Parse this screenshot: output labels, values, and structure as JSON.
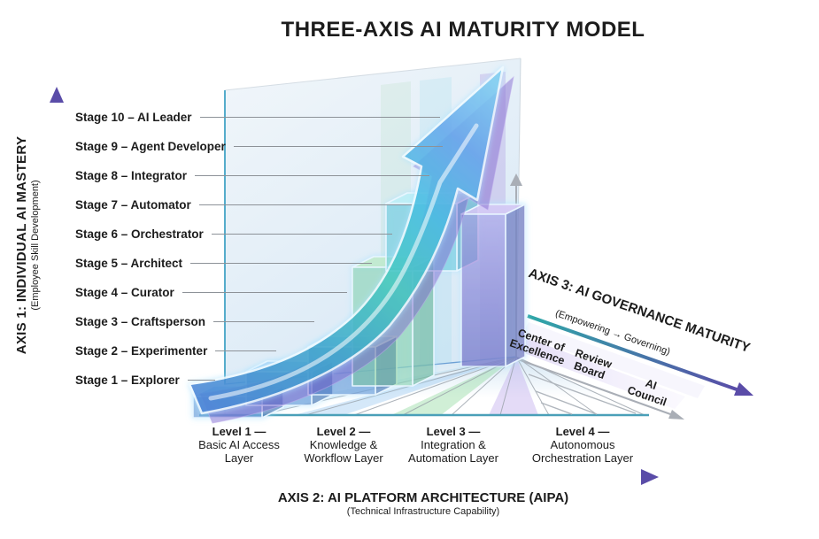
{
  "title": "THREE-AXIS AI MATURITY MODEL",
  "axis1": {
    "title": "AXIS 1: INDIVIDUAL AI MASTERY",
    "subtitle": "(Employee Skill Development)",
    "stages": [
      "Stage 10 – AI Leader",
      "Stage 9 – Agent Developer",
      "Stage 8 – Integrator",
      "Stage 7 – Automator",
      "Stage 6 – Orchestrator",
      "Stage 5 – Architect",
      "Stage 4 – Curator",
      "Stage 3 – Craftsperson",
      "Stage 2 – Experimenter",
      "Stage 1 – Explorer"
    ]
  },
  "axis2": {
    "title": "AXIS 2: AI PLATFORM ARCHITECTURE (AIPA)",
    "subtitle": "(Technical Infrastructure Capability)",
    "levels": [
      {
        "name": "Level 1 —",
        "desc1": "Basic AI Access",
        "desc2": "Layer"
      },
      {
        "name": "Level 2 —",
        "desc1": "Knowledge &",
        "desc2": "Workflow Layer"
      },
      {
        "name": "Level 3 —",
        "desc1": "Integration &",
        "desc2": "Automation Layer"
      },
      {
        "name": "Level 4 —",
        "desc1": "Autonomous",
        "desc2": "Orchestration Layer"
      }
    ]
  },
  "axis3": {
    "title": "AXIS 3: AI GOVERNANCE MATURITY",
    "subtitle": "(Empowering → Governing)",
    "bodies": [
      {
        "line1": "Center of",
        "line2": "Excellence"
      },
      {
        "line1": "Review",
        "line2": "Board"
      },
      {
        "line1": "AI",
        "line2": "Council"
      }
    ]
  },
  "colors": {
    "axis_gradient_start": "#35b6b4",
    "axis_gradient_end": "#5a4ca8",
    "arrow_blue": "#4c85d8",
    "arrow_teal": "#46c9c0",
    "arrow_purple": "#6a4dbd"
  }
}
